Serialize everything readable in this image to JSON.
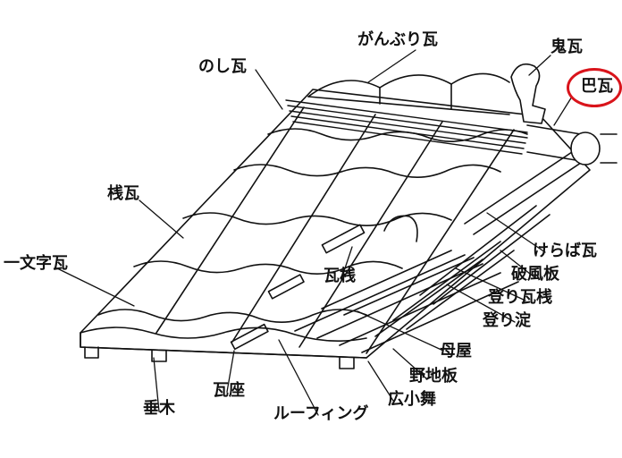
{
  "labels": {
    "ganburi_gawara": "がんぶり瓦",
    "noshi_gawara": "のし瓦",
    "onigawara": "鬼瓦",
    "tomoe_gawara": "巴瓦",
    "sangawara": "桟瓦",
    "ichimonji_gawara": "一文字瓦",
    "kerabagawara": "けらば瓦",
    "hafu_ita": "破風板",
    "nobori_kawarasan": "登り瓦桟",
    "nobori_yodo": "登り淀",
    "kawarasan": "瓦桟",
    "moya": "母屋",
    "nojiita": "野地板",
    "hiro_komai": "広小舞",
    "taruki": "垂木",
    "kawaraza": "瓦座",
    "roofing": "ルーフィング"
  },
  "colors": {
    "ink": "#111111",
    "highlight": "#d9141b",
    "paper": "#ffffff"
  }
}
